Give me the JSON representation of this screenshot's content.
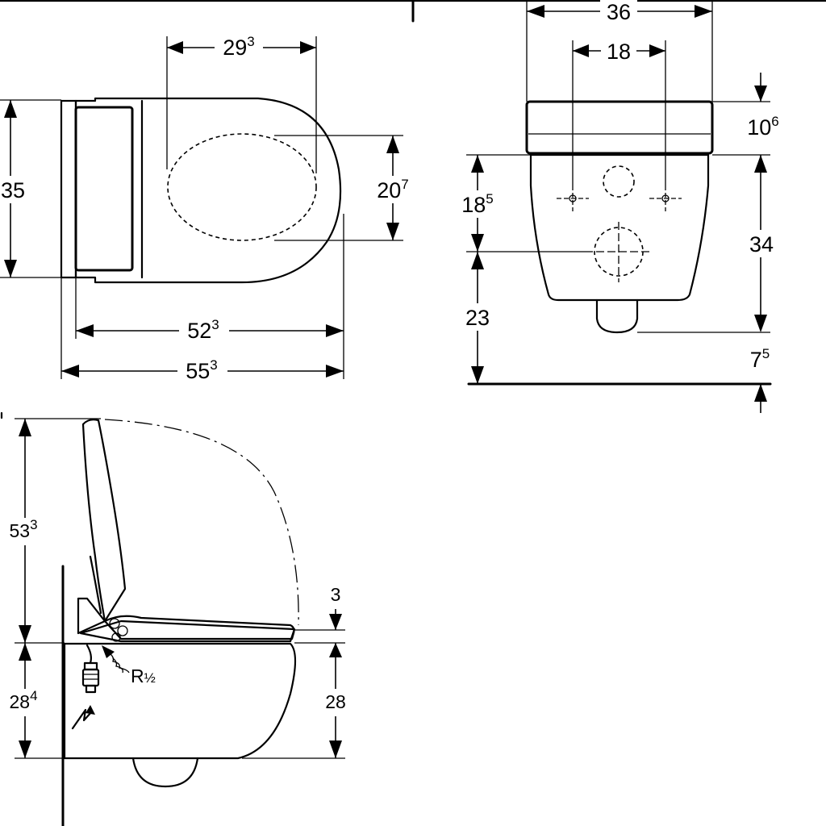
{
  "top_view": {
    "dims": {
      "seat_width": {
        "main": "29",
        "sup": "3"
      },
      "overall_height": {
        "main": "35",
        "sup": ""
      },
      "seat_depth": {
        "main": "20",
        "sup": "7"
      },
      "bowl_length": {
        "main": "52",
        "sup": "3"
      },
      "overall_length": {
        "main": "55",
        "sup": "3"
      }
    }
  },
  "front_view": {
    "dims": {
      "overall_width": {
        "main": "36",
        "sup": ""
      },
      "bolt_spacing": {
        "main": "18",
        "sup": ""
      },
      "tank_height": {
        "main": "10",
        "sup": "6"
      },
      "bolt_height": {
        "main": "18",
        "sup": "5"
      },
      "bowl_height": {
        "main": "34",
        "sup": ""
      },
      "outlet_height": {
        "main": "23",
        "sup": ""
      },
      "outlet_offset": {
        "main": "7",
        "sup": "5"
      }
    }
  },
  "side_view": {
    "dims": {
      "lid_open_height": {
        "main": "53",
        "sup": "3"
      },
      "seat_gap": {
        "main": "3",
        "sup": ""
      },
      "wall_height": {
        "main": "28",
        "sup": "4"
      },
      "bowl_height": {
        "main": "28",
        "sup": ""
      }
    },
    "water_connection": {
      "main": "R",
      "frac": "½"
    }
  },
  "icons": [
    "electric-supply-icon",
    "control-panel-icon"
  ]
}
